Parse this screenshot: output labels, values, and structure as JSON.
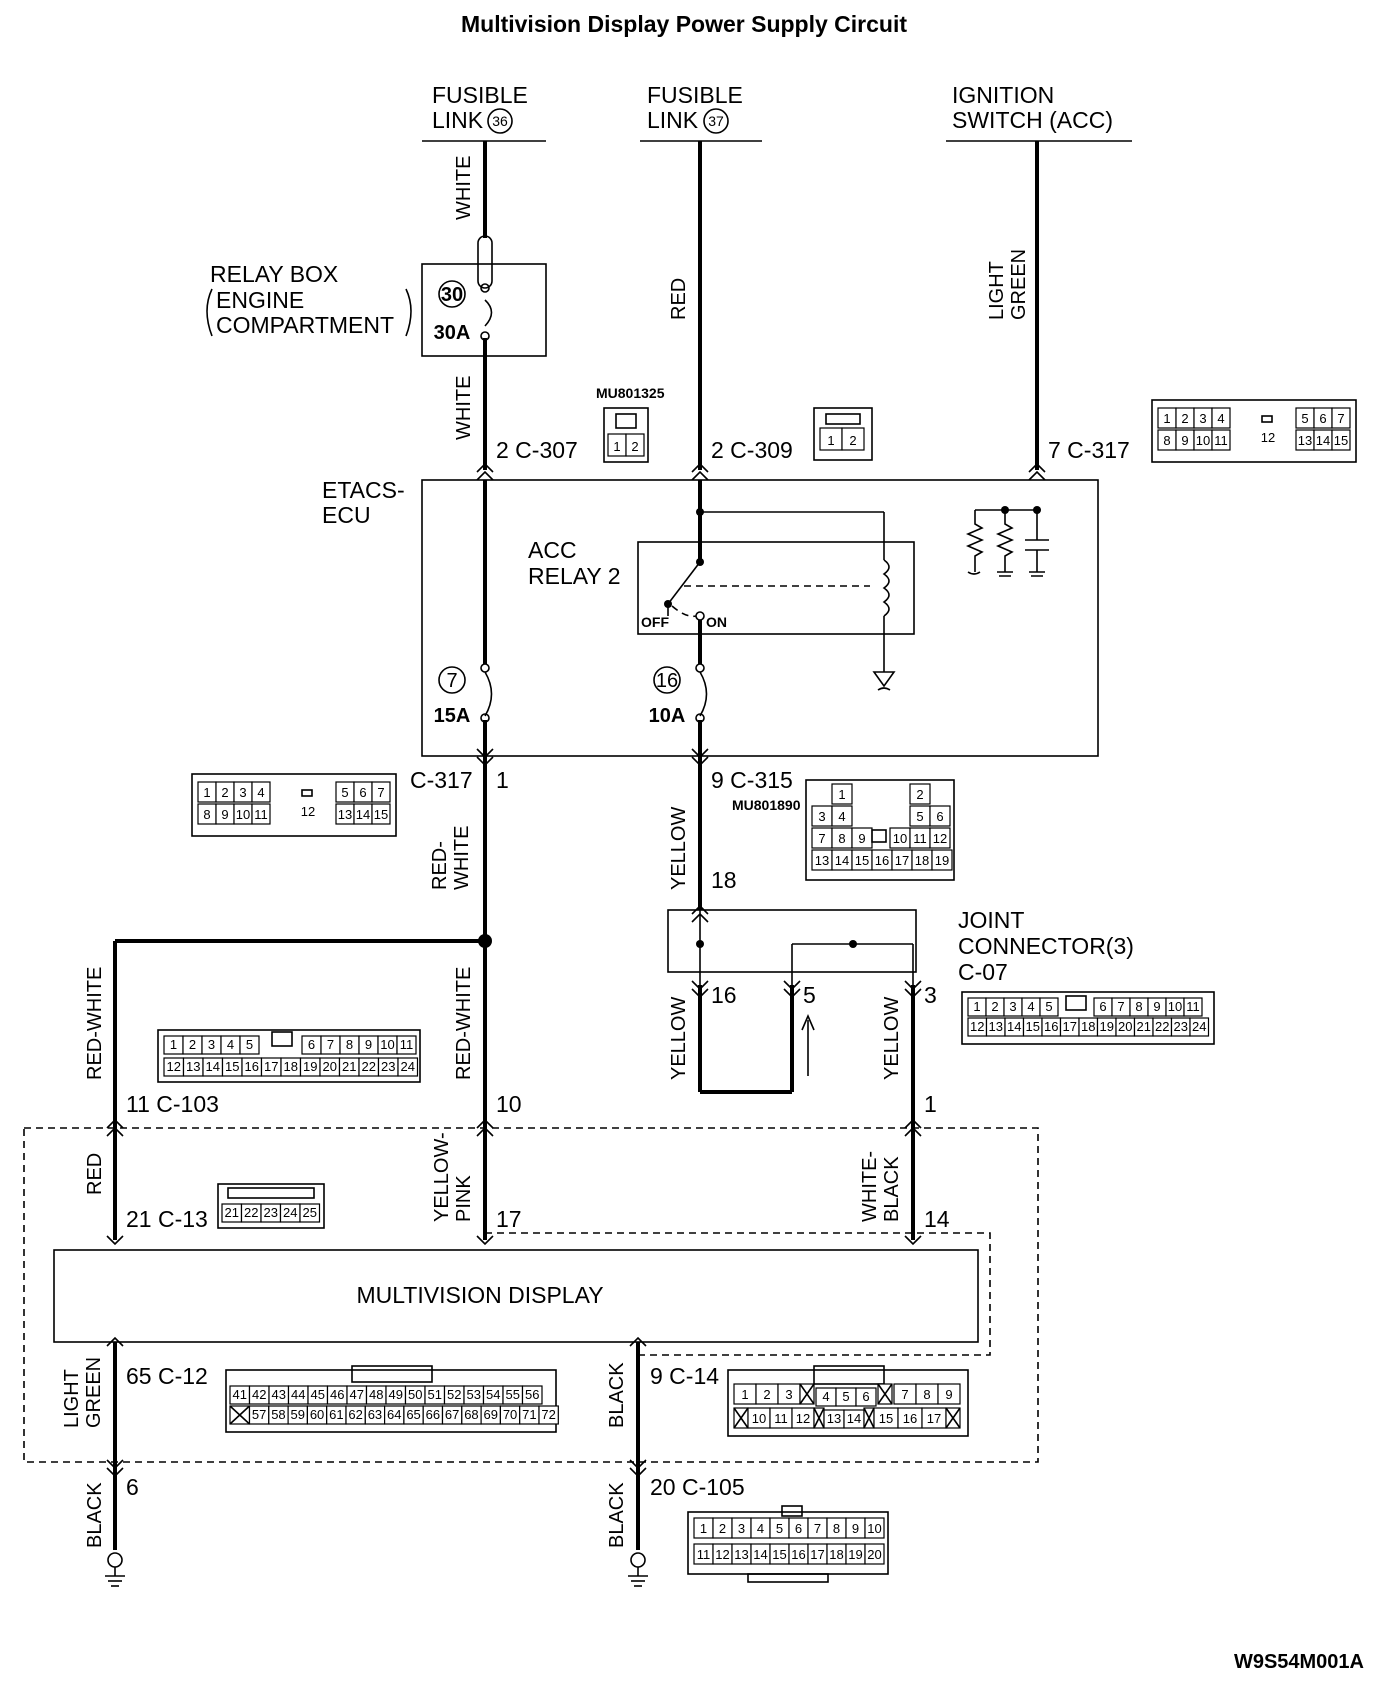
{
  "title": "Multivision Display Power Supply Circuit",
  "diagram_code": "W9S54M001A",
  "sources": {
    "fusible_link_36": {
      "line1": "FUSIBLE",
      "line2": "LINK",
      "num": "36"
    },
    "fusible_link_37": {
      "line1": "FUSIBLE",
      "line2": "LINK",
      "num": "37"
    },
    "ignition_switch": {
      "line1": "IGNITION",
      "line2": "SWITCH (ACC)"
    }
  },
  "relay_box": {
    "line1": "RELAY BOX",
    "line2": "ENGINE",
    "line3": "COMPARTMENT",
    "fuse_num": "30",
    "fuse_rating": "30A"
  },
  "etacs": {
    "line1": "ETACS-",
    "line2": "ECU"
  },
  "acc_relay": {
    "line1": "ACC",
    "line2": "RELAY 2",
    "off": "OFF",
    "on": "ON"
  },
  "fuses": {
    "f7": {
      "num": "7",
      "rating": "15A"
    },
    "f16": {
      "num": "16",
      "rating": "10A"
    }
  },
  "joint_connector": {
    "line1": "JOINT",
    "line2": "CONNECTOR(3)",
    "id": "C-07"
  },
  "multivision": "MULTIVISION DISPLAY",
  "part_numbers": {
    "c307": "MU801325",
    "c315": "MU801890"
  },
  "wire_colors": {
    "white1": "WHITE",
    "white2": "WHITE",
    "red": "RED",
    "light_green_top": {
      "line1": "LIGHT",
      "line2": "GREEN"
    },
    "red_white1": {
      "line1": "RED-",
      "line2": "WHITE"
    },
    "yellow1": "YELLOW",
    "red_white_left": "RED-WHITE",
    "red_white_mid": "RED-WHITE",
    "yellow2": "YELLOW",
    "yellow3": "YELLOW",
    "red_left": "RED",
    "yellow_pink": {
      "line1": "YELLOW-",
      "line2": "PINK"
    },
    "white_black": {
      "line1": "WHITE-",
      "line2": "BLACK"
    },
    "light_green_bot": {
      "line1": "LIGHT",
      "line2": "GREEN"
    },
    "black1": "BLACK",
    "black2": "BLACK",
    "black3": "BLACK"
  },
  "pins": {
    "c307": "2  C-307",
    "c309": "2  C-309",
    "c317_top": "7  C-317",
    "c317_mid": "C-317",
    "c317_mid_pin": "1",
    "c315": "9  C-315",
    "j18": "18",
    "j16": "16",
    "j5": "5",
    "j3": "3",
    "c103": "11  C-103",
    "p10": "10",
    "p1": "1",
    "c13": "21  C-13",
    "p17": "17",
    "p14": "14",
    "c12": "65  C-12",
    "c14": "9  C-14",
    "p6": "6",
    "c105": "20  C-105"
  },
  "connectors": {
    "c307_cells": [
      "1",
      "2"
    ],
    "c309_cells": [
      "1",
      "2"
    ],
    "c317_row1": [
      "1",
      "2",
      "3",
      "4",
      "5",
      "6",
      "7"
    ],
    "c317_row2": [
      "8",
      "9",
      "10",
      "11",
      "13",
      "14",
      "15"
    ],
    "c317_center": "12",
    "c315_rows": [
      [
        "1",
        "",
        "2"
      ],
      [
        "3",
        "4",
        "5",
        "6"
      ],
      [
        "7",
        "8",
        "9",
        "10",
        "11",
        "12"
      ],
      [
        "13",
        "14",
        "15",
        "16",
        "17",
        "18",
        "19"
      ]
    ],
    "c07_row1": [
      "1",
      "2",
      "3",
      "4",
      "5",
      "6",
      "7",
      "8",
      "9",
      "10",
      "11"
    ],
    "c07_row2": [
      "12",
      "13",
      "14",
      "15",
      "16",
      "17",
      "18",
      "19",
      "20",
      "21",
      "22",
      "23",
      "24"
    ],
    "c103_row1": [
      "1",
      "2",
      "3",
      "4",
      "5",
      "6",
      "7",
      "8",
      "9",
      "10",
      "11"
    ],
    "c103_row2": [
      "12",
      "13",
      "14",
      "15",
      "16",
      "17",
      "18",
      "19",
      "20",
      "21",
      "22",
      "23",
      "24"
    ],
    "c13_row": [
      "21",
      "22",
      "23",
      "24",
      "25"
    ],
    "c12_row1": [
      "41",
      "42",
      "43",
      "44",
      "45",
      "46",
      "47",
      "48",
      "49",
      "50",
      "51",
      "52",
      "53",
      "54",
      "55",
      "56"
    ],
    "c12_row2": [
      "57",
      "58",
      "59",
      "60",
      "61",
      "62",
      "63",
      "64",
      "65",
      "66",
      "67",
      "68",
      "69",
      "70",
      "71",
      "72"
    ],
    "c14_row1": [
      "1",
      "2",
      "3",
      "4",
      "5",
      "6",
      "7",
      "8",
      "9"
    ],
    "c14_row2": [
      "10",
      "11",
      "12",
      "13",
      "14",
      "15",
      "16",
      "17"
    ],
    "c105_row1": [
      "1",
      "2",
      "3",
      "4",
      "5",
      "6",
      "7",
      "8",
      "9",
      "10"
    ],
    "c105_row2": [
      "11",
      "12",
      "13",
      "14",
      "15",
      "16",
      "17",
      "18",
      "19",
      "20"
    ]
  }
}
